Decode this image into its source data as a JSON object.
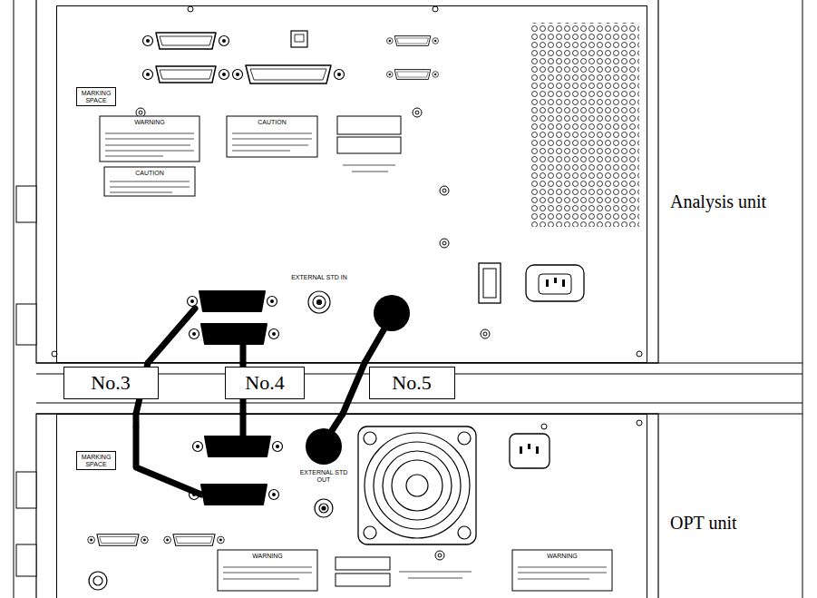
{
  "diagram": {
    "nodes": [
      {
        "text": [
          "Analysis unit"
        ]
      },
      {
        "text": [
          "OPT unit"
        ]
      }
    ],
    "edges": [
      {
        "from": 0,
        "to": 1,
        "arrow": "none",
        "label": "No.3"
      },
      {
        "from": 0,
        "to": 1,
        "arrow": "none",
        "label": "No.4"
      },
      {
        "from": 0,
        "to": 1,
        "arrow": "none",
        "label": "No.5"
      }
    ],
    "labels": [
      "MARKING SPACE",
      "WARNING",
      "CAUTION",
      "CAUTION",
      "EXTERNAL STD IN",
      "MARKING SPACE",
      "EXTERNAL STD OUT",
      "WARNING",
      "WARNING"
    ]
  }
}
